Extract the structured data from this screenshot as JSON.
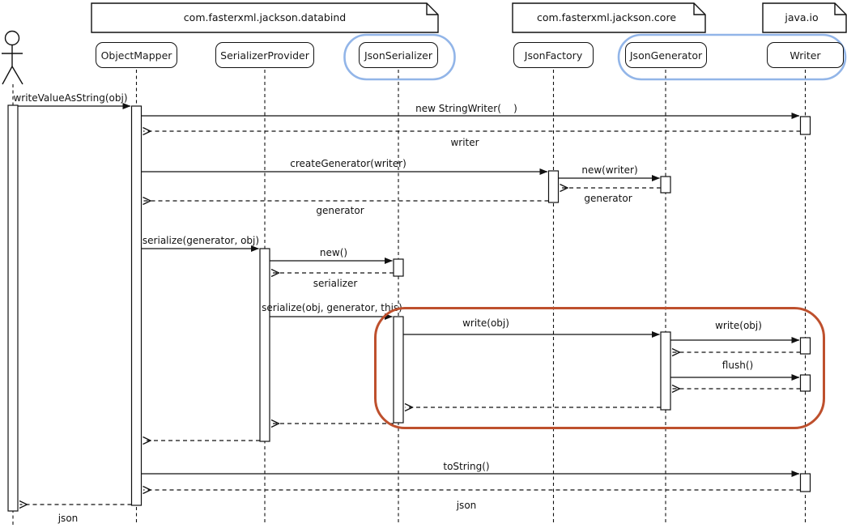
{
  "diagram_type": "uml-sequence-diagram",
  "packages": [
    {
      "label": "com.fasterxml.jackson.databind"
    },
    {
      "label": "com.fasterxml.jackson.core"
    },
    {
      "label": "java.io"
    }
  ],
  "participants": [
    {
      "label": "ObjectMapper",
      "package": "com.fasterxml.jackson.databind",
      "highlighted": false
    },
    {
      "label": "SerializerProvider",
      "package": "com.fasterxml.jackson.databind",
      "highlighted": false
    },
    {
      "label": "JsonSerializer",
      "package": "com.fasterxml.jackson.databind",
      "highlighted": true
    },
    {
      "label": "JsonFactory",
      "package": "com.fasterxml.jackson.core",
      "highlighted": false
    },
    {
      "label": "JsonGenerator",
      "package": "com.fasterxml.jackson.core",
      "highlighted": true
    },
    {
      "label": "Writer",
      "package": "java.io",
      "highlighted": true
    }
  ],
  "actor": {
    "role": "caller"
  },
  "messages": [
    {
      "label": "writeValueAsString(obj)",
      "from": "caller",
      "to": "ObjectMapper",
      "kind": "call"
    },
    {
      "label": "new StringWriter(    )",
      "from": "ObjectMapper",
      "to": "Writer",
      "kind": "call"
    },
    {
      "label": "writer",
      "from": "Writer",
      "to": "ObjectMapper",
      "kind": "return"
    },
    {
      "label": "createGenerator(writer)",
      "from": "ObjectMapper",
      "to": "JsonFactory",
      "kind": "call"
    },
    {
      "label": "new(writer)",
      "from": "JsonFactory",
      "to": "JsonGenerator",
      "kind": "call"
    },
    {
      "label": "generator",
      "from": "JsonGenerator",
      "to": "JsonFactory",
      "kind": "return"
    },
    {
      "label": "generator",
      "from": "JsonFactory",
      "to": "ObjectMapper",
      "kind": "return"
    },
    {
      "label": "serialize(generator, obj)",
      "from": "ObjectMapper",
      "to": "SerializerProvider",
      "kind": "call"
    },
    {
      "label": "new()",
      "from": "SerializerProvider",
      "to": "JsonSerializer",
      "kind": "call"
    },
    {
      "label": "serializer",
      "from": "JsonSerializer",
      "to": "SerializerProvider",
      "kind": "return"
    },
    {
      "label": "serialize(obj, generator, this)",
      "from": "SerializerProvider",
      "to": "JsonSerializer",
      "kind": "call"
    },
    {
      "label": "write(obj)",
      "from": "JsonSerializer",
      "to": "JsonGenerator",
      "kind": "call"
    },
    {
      "label": "write(obj)",
      "from": "JsonGenerator",
      "to": "Writer",
      "kind": "call"
    },
    {
      "label": "",
      "from": "Writer",
      "to": "JsonGenerator",
      "kind": "return"
    },
    {
      "label": "flush()",
      "from": "JsonGenerator",
      "to": "Writer",
      "kind": "call"
    },
    {
      "label": "",
      "from": "Writer",
      "to": "JsonGenerator",
      "kind": "return"
    },
    {
      "label": "",
      "from": "JsonGenerator",
      "to": "JsonSerializer",
      "kind": "return"
    },
    {
      "label": "",
      "from": "JsonSerializer",
      "to": "SerializerProvider",
      "kind": "return"
    },
    {
      "label": "",
      "from": "SerializerProvider",
      "to": "ObjectMapper",
      "kind": "return"
    },
    {
      "label": "toString()",
      "from": "ObjectMapper",
      "to": "Writer",
      "kind": "call"
    },
    {
      "label": "json",
      "from": "Writer",
      "to": "ObjectMapper",
      "kind": "return"
    },
    {
      "label": "json",
      "from": "ObjectMapper",
      "to": "caller",
      "kind": "return"
    }
  ],
  "colors": {
    "stroke": "#111111",
    "background": "#ffffff",
    "highlight_blue": "#92b5e8",
    "highlight_red": "#be502d"
  }
}
